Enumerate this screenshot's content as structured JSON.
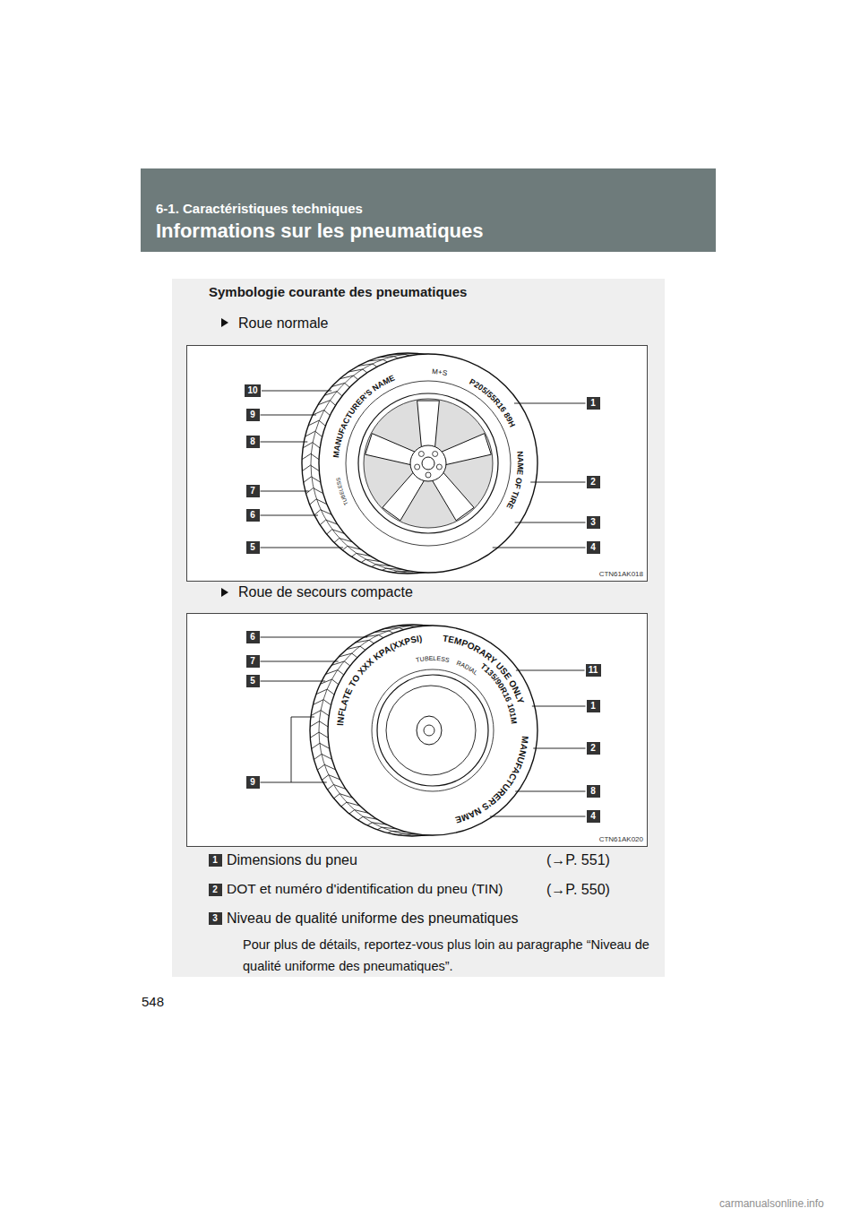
{
  "diagram": {
    "nodes": [
      {
        "text": [
          "6-1. Caractéristiques techniques",
          "Informations sur les pneumatiques"
        ]
      },
      {
        "text": [
          "Symbologie courante des pneumatiques"
        ]
      },
      {
        "text": [
          "CTN61AK018"
        ],
        "in": 1
      },
      {
        "text": [
          "10"
        ],
        "in": 2
      },
      {
        "text": [
          "1"
        ],
        "in": 2
      },
      {
        "text": [
          "9"
        ],
        "in": 2
      },
      {
        "text": [
          "8"
        ],
        "in": 2
      },
      {
        "text": [
          "2"
        ],
        "in": 2
      },
      {
        "text": [
          "7"
        ],
        "in": 2
      },
      {
        "text": [
          "6"
        ],
        "in": 2
      },
      {
        "text": [
          "3"
        ],
        "in": 2
      },
      {
        "text": [
          "5"
        ],
        "in": 2
      },
      {
        "text": [
          "4"
        ],
        "in": 2
      },
      {
        "text": [
          "CTN61AK020"
        ],
        "in": 1
      },
      {
        "text": [
          "6"
        ],
        "in": 13
      },
      {
        "text": [
          "7"
        ],
        "in": 13
      },
      {
        "text": [
          "11"
        ],
        "in": 13
      },
      {
        "text": [
          "5"
        ],
        "in": 13
      },
      {
        "text": [
          "1"
        ],
        "in": 13
      },
      {
        "text": [
          "2"
        ],
        "in": 13
      },
      {
        "text": [
          "9"
        ],
        "in": 13
      },
      {
        "text": [
          "8"
        ],
        "in": 13
      },
      {
        "text": [
          "4"
        ],
        "in": 13
      },
      {
        "text": [
          "1"
        ],
        "in": 1
      },
      {
        "text": [
          "2"
        ],
        "in": 1
      },
      {
        "text": [
          "3"
        ],
        "in": 1
      }
    ],
    "labels": [
      "Roue normale",
      "Roue de secours compacte",
      "Dimensions du pneu",
      "(→P. 551)",
      "DOT et numéro d'identification du pneu (TIN)",
      "(→P. 550)",
      "Niveau de qualité uniforme des pneumatiques",
      "Pour plus de détails, reportez-vous plus loin au paragraphe “Niveau de qualité uniforme des pneumatiques”.",
      "548",
      "carmanualsonline.info",
      "M+S",
      "P205/55R16 89H",
      "NAME OF TIRE",
      "MANUFACTURER'S NAME",
      "TUBELESS",
      "TEMPORARY USE ONLY",
      "T135/90R16 101M",
      "TUBELESS",
      "RADIAL",
      "INFLATE TO XXX KPA(XXPSI)",
      "MANUFACTURER'S NAME"
    ]
  }
}
